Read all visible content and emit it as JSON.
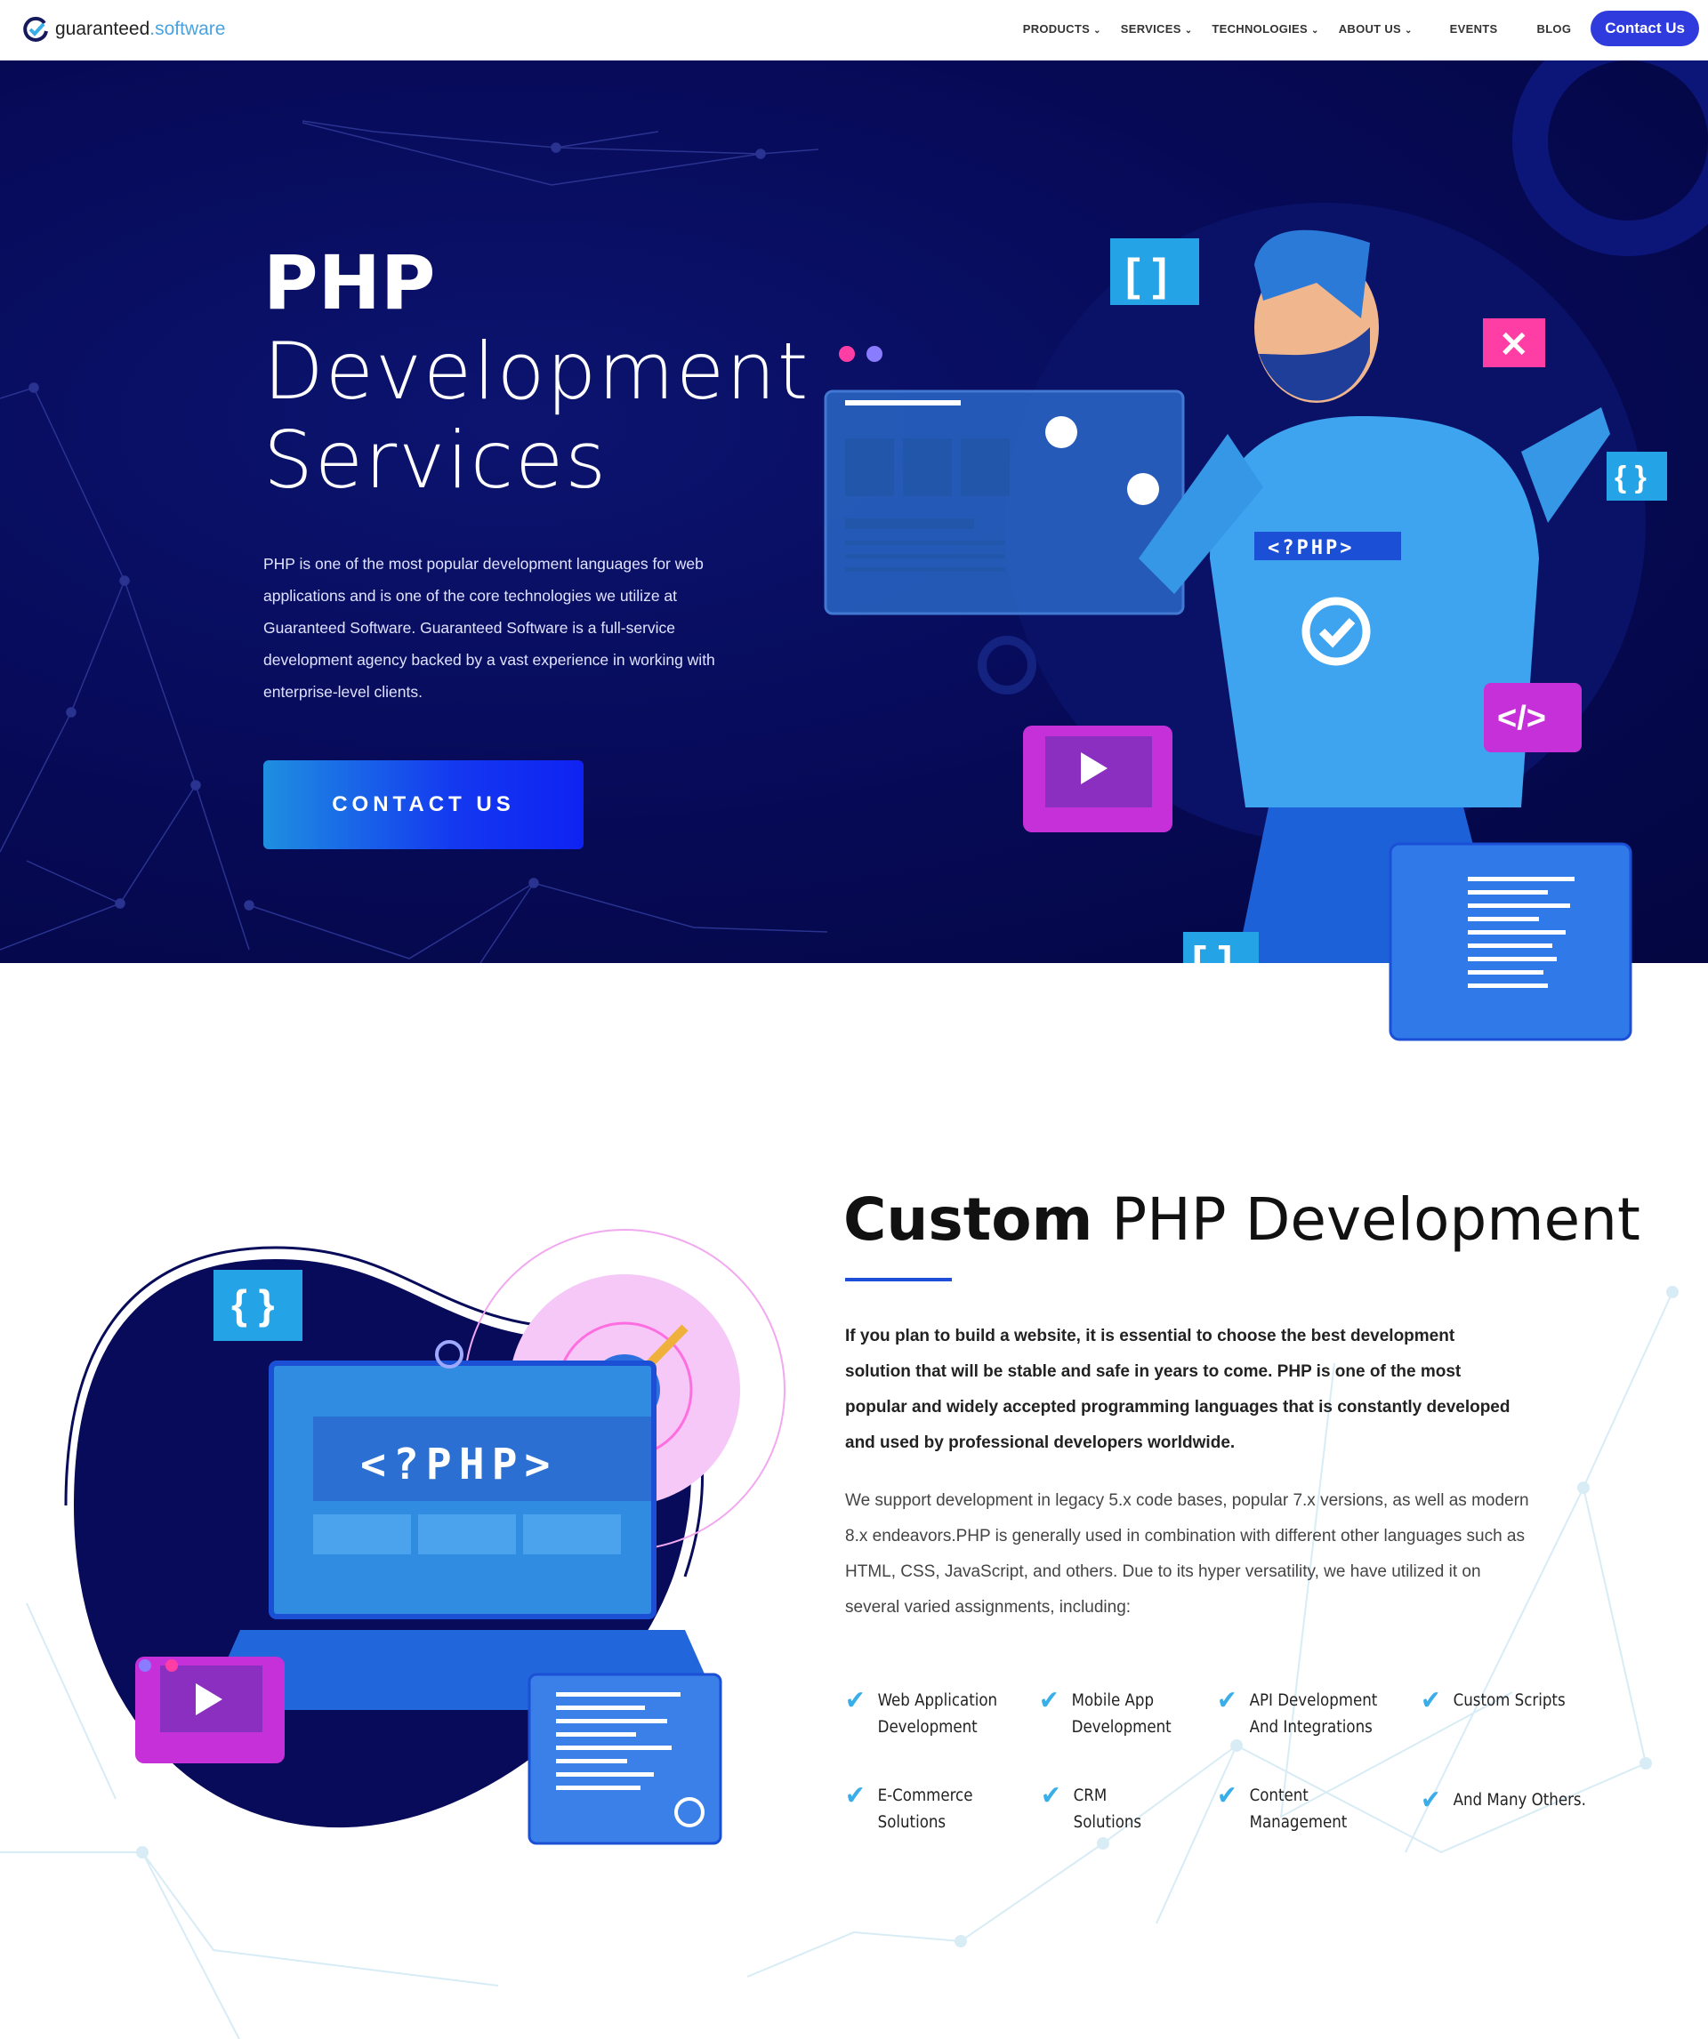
{
  "nav": {
    "logo_main": "guaranteed",
    "logo_accent": ".software",
    "items": [
      {
        "label": "PRODUCTS",
        "dropdown": true
      },
      {
        "label": "SERVICES",
        "dropdown": true
      },
      {
        "label": "TECHNOLOGIES",
        "dropdown": true
      },
      {
        "label": "ABOUT US",
        "dropdown": true
      },
      {
        "label": "EVENTS",
        "dropdown": false
      },
      {
        "label": "BLOG",
        "dropdown": false
      }
    ],
    "cta": "Contact Us"
  },
  "hero": {
    "title_bold": "PHP",
    "title_line2": "Development",
    "title_line3": "Services",
    "description": "PHP is one of the most popular development languages for web applications and is one of the core technologies we utilize at Guaranteed Software. Guaranteed Software is a full-service development agency backed by a vast experience in working with enterprise-level clients.",
    "button": "CONTACT US",
    "shirt_text": "<?PHP>"
  },
  "section": {
    "title_bold": "Custom",
    "title_rest": " PHP Development",
    "para1": "If you plan to build a website, it is essential to choose the best development solution that will be stable and safe in years to come. PHP is one of the most popular and widely accepted programming languages that is constantly developed and used by professional developers worldwide.",
    "para2": "We support development in legacy 5.x code bases, popular 7.x versions, as well as modern 8.x endeavors.PHP is generally used in combination with different other languages such as HTML, CSS, JavaScript, and others. Due to its hyper versatility, we have utilized it on several varied assignments, including:",
    "laptop_text": "<?PHP>",
    "features": [
      "Web Application Development",
      "Mobile App Development",
      "API Development And Integrations",
      "Custom Scripts",
      "E-Commerce Solutions",
      "CRM Solutions",
      "Content Management",
      "And Many Others."
    ]
  },
  "colors": {
    "accent": "#2f3bdc",
    "hero_bg": "#070b5a",
    "check": "#3aaee8"
  }
}
